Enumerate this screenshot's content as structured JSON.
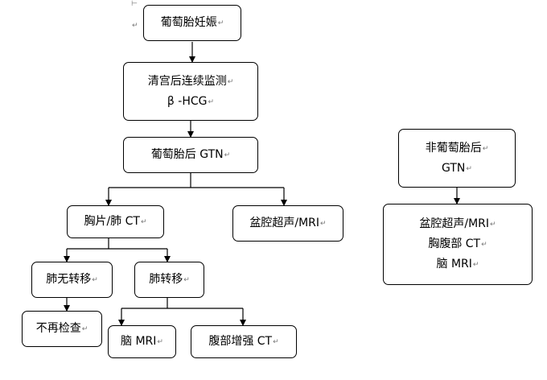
{
  "diagram": {
    "nodes": [
      {
        "id": "molar",
        "lines": [
          "葡萄胎妊娠"
        ]
      },
      {
        "id": "monitor",
        "lines": [
          "清宫后连续监测",
          "β -HCG"
        ]
      },
      {
        "id": "gtn_after",
        "lines": [
          "葡萄胎后 GTN"
        ]
      },
      {
        "id": "chest",
        "lines": [
          "胸片/肺 CT"
        ]
      },
      {
        "id": "pelvic",
        "lines": [
          "盆腔超声/MRI"
        ]
      },
      {
        "id": "no_lung",
        "lines": [
          "肺无转移"
        ]
      },
      {
        "id": "lung_met",
        "lines": [
          "肺转移"
        ]
      },
      {
        "id": "no_check",
        "lines": [
          "不再检查"
        ]
      },
      {
        "id": "brain_mri",
        "lines": [
          "脑 MRI"
        ]
      },
      {
        "id": "abd_ct",
        "lines": [
          "腹部增强 CT"
        ]
      },
      {
        "id": "non_molar",
        "lines": [
          "非葡萄胎后",
          "GTN"
        ]
      },
      {
        "id": "non_molar_exam",
        "lines": [
          "盆腔超声/MRI",
          "胸腹部 CT",
          "脑 MRI"
        ]
      }
    ],
    "edges": [
      {
        "from": "molar",
        "to": "monitor"
      },
      {
        "from": "monitor",
        "to": "gtn_after"
      },
      {
        "from": "gtn_after",
        "to": "chest"
      },
      {
        "from": "gtn_after",
        "to": "pelvic"
      },
      {
        "from": "chest",
        "to": "no_lung"
      },
      {
        "from": "chest",
        "to": "lung_met"
      },
      {
        "from": "no_lung",
        "to": "no_check"
      },
      {
        "from": "lung_met",
        "to": "brain_mri"
      },
      {
        "from": "lung_met",
        "to": "abd_ct"
      },
      {
        "from": "non_molar",
        "to": "non_molar_exam"
      }
    ]
  }
}
